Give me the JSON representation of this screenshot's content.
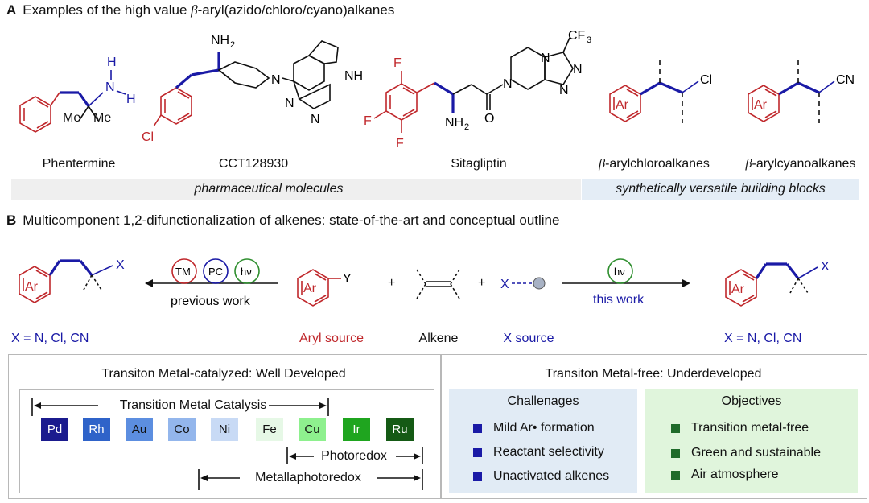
{
  "sectionA": {
    "letter": "A",
    "title_pre": "Examples of the high value ",
    "title_beta": "β",
    "title_post": "-aryl(azido/chloro/cyano)alkanes",
    "molecules": [
      {
        "name": "Phentermine"
      },
      {
        "name": "CCT128930"
      },
      {
        "name": "Sitagliptin"
      },
      {
        "name_beta": "β",
        "name_rest": "-arylchloroalkanes"
      },
      {
        "name_beta": "β",
        "name_rest": "-arylcyanoalkanes"
      }
    ],
    "bar_left": "pharmaceutical molecules",
    "bar_right": "synthetically versatile building blocks",
    "atoms": {
      "nh2": "NH",
      "nh2_sub": "2",
      "h": "H",
      "n": "N",
      "me": "Me",
      "cl": "Cl",
      "f": "F",
      "nh": "NH",
      "o": "O",
      "cf3": "CF",
      "cf3_sub": "3",
      "ar": "Ar",
      "cn": "CN"
    }
  },
  "sectionB": {
    "letter": "B",
    "title": "Multicomponent 1,2-difunctionalization of alkenes: state-of-the-art and conceptual outline",
    "tm": "TM",
    "pc": "PC",
    "hv": "hν",
    "previous_work": "previous work",
    "this_work": "this work",
    "x": "X",
    "y": "Y",
    "ar": "Ar",
    "plus": "+",
    "x_left": "X =  N, Cl, CN",
    "x_right": "X =  N, Cl, CN",
    "aryl_source": "Aryl source",
    "alkene": "Alkene",
    "x_source": "X source"
  },
  "tm_catalyzed": {
    "title": "Transiton Metal-catalyzed: Well Developed",
    "tm_catalysis": "Transition Metal Catalysis",
    "photoredox": "Photoredox",
    "metallaphotoredox": "Metallaphotoredox",
    "metals": [
      {
        "label": "Pd",
        "color": "#1b1b8e",
        "text": "#ffffff"
      },
      {
        "label": "Rh",
        "color": "#2f63c9",
        "text": "#ffffff"
      },
      {
        "label": "Au",
        "color": "#5c8ee0",
        "text": "#111111"
      },
      {
        "label": "Co",
        "color": "#93b6ec",
        "text": "#111111"
      },
      {
        "label": "Ni",
        "color": "#c8daf5",
        "text": "#111111"
      },
      {
        "label": "Fe",
        "color": "#e6f8e6",
        "text": "#111111"
      },
      {
        "label": "Cu",
        "color": "#8ef08e",
        "text": "#111111"
      },
      {
        "label": "Ir",
        "color": "#1fa51f",
        "text": "#ffffff"
      },
      {
        "label": "Ru",
        "color": "#155a15",
        "text": "#ffffff"
      }
    ]
  },
  "tm_free": {
    "title": "Transiton Metal-free: Underdeveloped",
    "challenges_title": "Challenages",
    "challenges": [
      "Mild Ar• formation",
      "Reactant selectivity",
      "Unactivated alkenes"
    ],
    "objectives_title": "Objectives",
    "objectives": [
      "Transition metal-free",
      "Green and sustainable",
      "Air atmosphere"
    ],
    "challenges_bg": "#e1ebf5",
    "objectives_bg": "#e0f5dc",
    "challenge_bullet": "#1a1aa6",
    "objective_bullet": "#1f6b2a"
  }
}
